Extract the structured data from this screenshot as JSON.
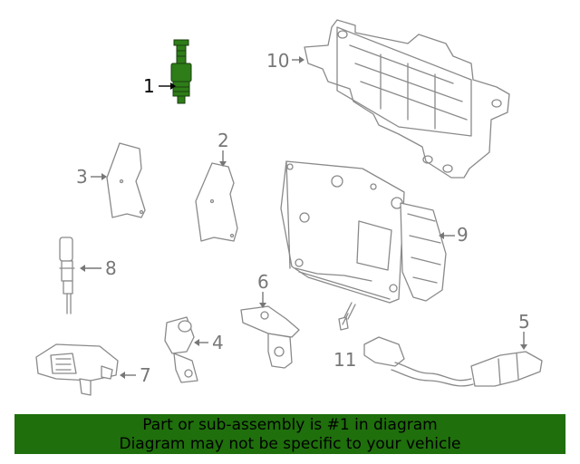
{
  "colors": {
    "banner_bg": "#1f6f0c",
    "highlight": "#2e7d18",
    "outline": "#8a8a8a"
  },
  "callouts": [
    {
      "num": "1",
      "name": "highlighted-part",
      "highlighted": true
    },
    {
      "num": "2",
      "name": "shield-right",
      "highlighted": false
    },
    {
      "num": "3",
      "name": "shield-left",
      "highlighted": false
    },
    {
      "num": "4",
      "name": "sensor-bracket",
      "highlighted": false
    },
    {
      "num": "5",
      "name": "wiring-harness",
      "highlighted": false
    },
    {
      "num": "6",
      "name": "sensor",
      "highlighted": false
    },
    {
      "num": "7",
      "name": "map-sensor",
      "highlighted": false
    },
    {
      "num": "8",
      "name": "temperature-sensor",
      "highlighted": false
    },
    {
      "num": "9",
      "name": "engine-control-module",
      "highlighted": false
    },
    {
      "num": "10",
      "name": "module-bracket",
      "highlighted": false
    },
    {
      "num": "11",
      "name": "bolt",
      "highlighted": false
    }
  ],
  "banner": {
    "line1": "Part or sub-assembly is #1 in diagram",
    "line2": "Diagram may not be specific to your vehicle"
  }
}
